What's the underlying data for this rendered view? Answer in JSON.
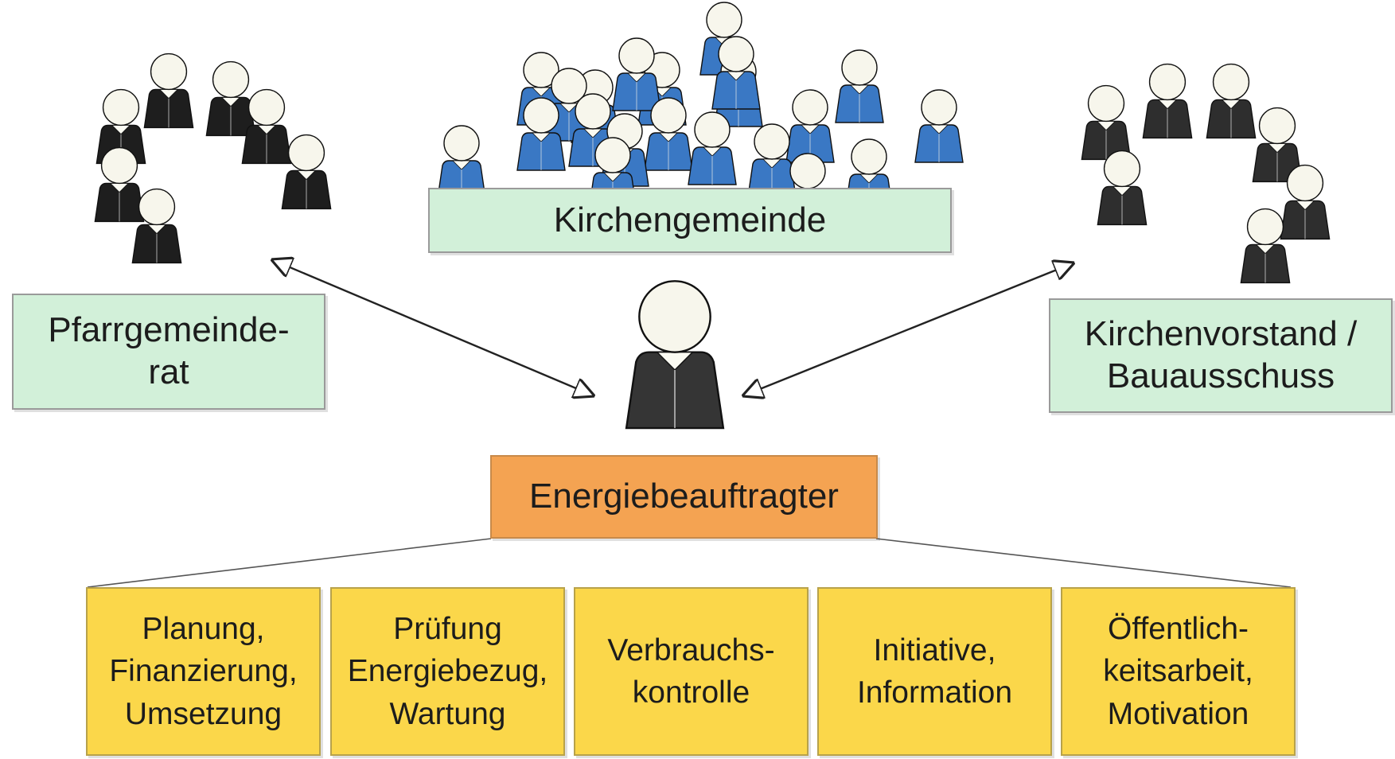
{
  "groups": {
    "kirchengemeinde": {
      "label": "Kirchengemeinde",
      "color": "#3a78c4"
    },
    "pfarrgemeinderat": {
      "lines": [
        "Pfarrgemeinde-",
        "rat"
      ],
      "color": "#1e1e1e"
    },
    "kirchenvorstand": {
      "lines": [
        "Kirchenvorstand /",
        "Bauausschuss"
      ],
      "color": "#2e2e2e"
    }
  },
  "center": {
    "label": "Energiebeauftragter",
    "color": "#f4a352"
  },
  "tasks": [
    {
      "lines": [
        "Planung,",
        "Finanzierung,",
        "Umsetzung"
      ]
    },
    {
      "lines": [
        "Prüfung",
        "Energiebezug,",
        "Wartung"
      ]
    },
    {
      "lines": [
        "Verbrauchs-",
        "kontrolle"
      ]
    },
    {
      "lines": [
        "Initiative,",
        "Information"
      ]
    },
    {
      "lines": [
        "Öffentlich-",
        "keitsarbeit,",
        "Motivation"
      ]
    }
  ]
}
